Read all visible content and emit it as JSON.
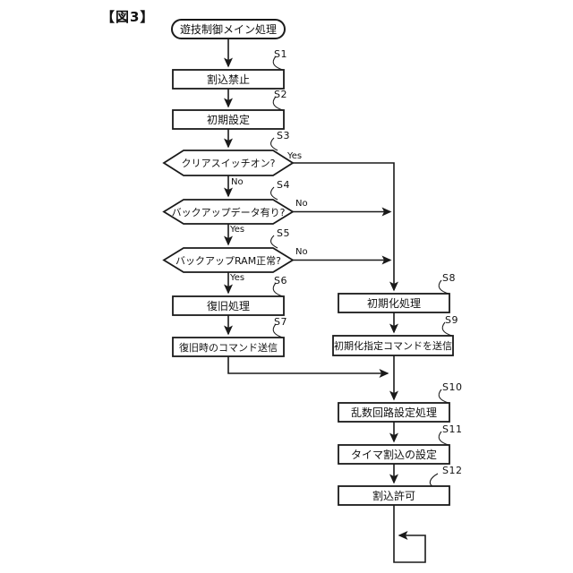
{
  "figure_title": "【図3】",
  "flowchart": {
    "nodes": {
      "start": {
        "label": "遊技制御メイン処理"
      },
      "s1": {
        "step": "S1",
        "label": "割込禁止"
      },
      "s2": {
        "step": "S2",
        "label": "初期設定"
      },
      "s3": {
        "step": "S3",
        "label": "クリアスイッチオン?",
        "yes": "Yes",
        "no": "No"
      },
      "s4": {
        "step": "S4",
        "label": "バックアップデータ有り?",
        "yes": "Yes",
        "no": "No"
      },
      "s5": {
        "step": "S5",
        "label": "バックアップRAM正常?",
        "yes": "Yes",
        "no": "No"
      },
      "s6": {
        "step": "S6",
        "label": "復旧処理"
      },
      "s7": {
        "step": "S7",
        "label": "復旧時のコマンド送信"
      },
      "s8": {
        "step": "S8",
        "label": "初期化処理"
      },
      "s9": {
        "step": "S9",
        "label": "初期化指定コマンドを送信"
      },
      "s10": {
        "step": "S10",
        "label": "乱数回路設定処理"
      },
      "s11": {
        "step": "S11",
        "label": "タイマ割込の設定"
      },
      "s12": {
        "step": "S12",
        "label": "割込許可"
      }
    },
    "colors": {
      "stroke": "#1a1a1a",
      "background": "#ffffff"
    }
  }
}
